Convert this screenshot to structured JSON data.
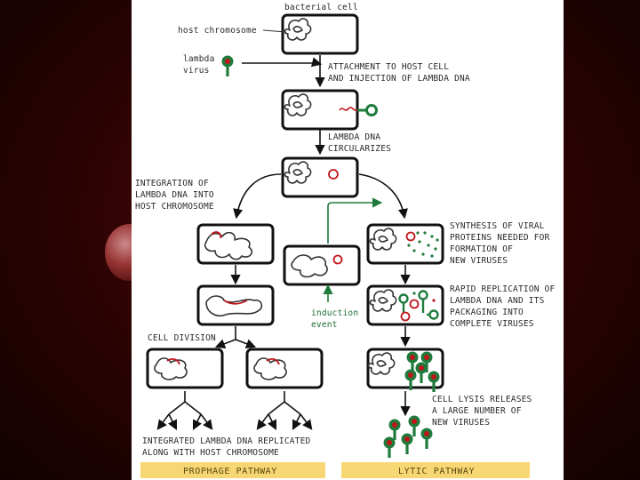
{
  "labels": {
    "bacterial_cell": "bacterial cell",
    "host_chromosome": "host chromosome",
    "lambda_virus_1": "lambda",
    "lambda_virus_2": "virus",
    "attach_1": "ATTACHMENT TO HOST CELL",
    "attach_2": "AND INJECTION OF LAMBDA DNA",
    "circ_1": "LAMBDA DNA",
    "circ_2": "CIRCULARIZES",
    "integ_1": "INTEGRATION OF",
    "integ_2": "LAMBDA DNA INTO",
    "integ_3": "HOST CHROMOSOME",
    "synth_1": "SYNTHESIS OF VIRAL",
    "synth_2": "PROTEINS NEEDED FOR",
    "synth_3": "FORMATION OF",
    "synth_4": "NEW VIRUSES",
    "rapid_1": "RAPID REPLICATION OF",
    "rapid_2": "LAMBDA DNA AND ITS",
    "rapid_3": "PACKAGING INTO",
    "rapid_4": "COMPLETE VIRUSES",
    "induction_1": "induction",
    "induction_2": "event",
    "cell_division": "CELL DIVISION",
    "lysis_1": "CELL LYSIS RELEASES",
    "lysis_2": "A LARGE NUMBER OF",
    "lysis_3": "NEW VIRUSES",
    "integrated_1": "INTEGRATED LAMBDA DNA REPLICATED",
    "integrated_2": "ALONG WITH HOST CHROMOSOME",
    "prophage_pathway": "PROPHAGE PATHWAY",
    "lytic_pathway": "LYTIC PATHWAY"
  },
  "colors": {
    "viral_dna": "#c0151b",
    "virus_green": "#1f7a3c",
    "pathway_bar": "#f7d774",
    "background": "#3a0404"
  },
  "icons": {
    "virus": "lambda-phage-icon",
    "cell": "bacterial-cell-icon"
  }
}
